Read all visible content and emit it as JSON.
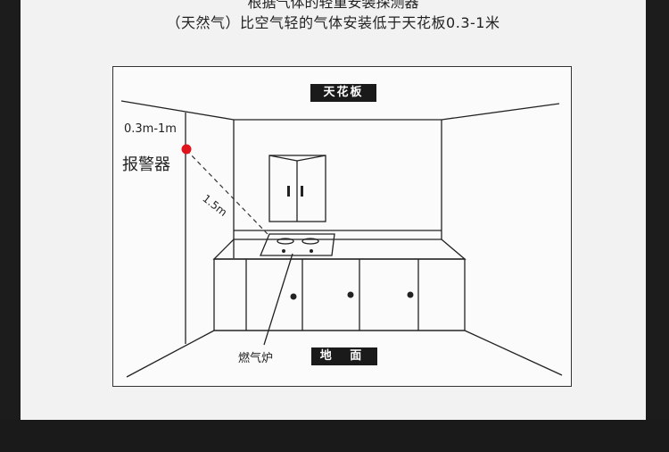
{
  "heading": {
    "line1": "根据气体的轻重安装探测器",
    "line2": "（天然气）比空气轻的气体安装低于天花板0.3-1米"
  },
  "diagram": {
    "ceiling_label": "天花板",
    "floor_label": "地 面",
    "distance_label": "0.3m-1m",
    "alarm_label": "报警器",
    "length_label": "1.5m",
    "stove_label": "燃气炉"
  },
  "colors": {
    "alarm_dot": "#e0141c",
    "label_bg": "#1a1a1a",
    "label_fg": "#ffffff",
    "page_bg": "#1c1c1c",
    "panel_bg": "#f2f2f2"
  }
}
